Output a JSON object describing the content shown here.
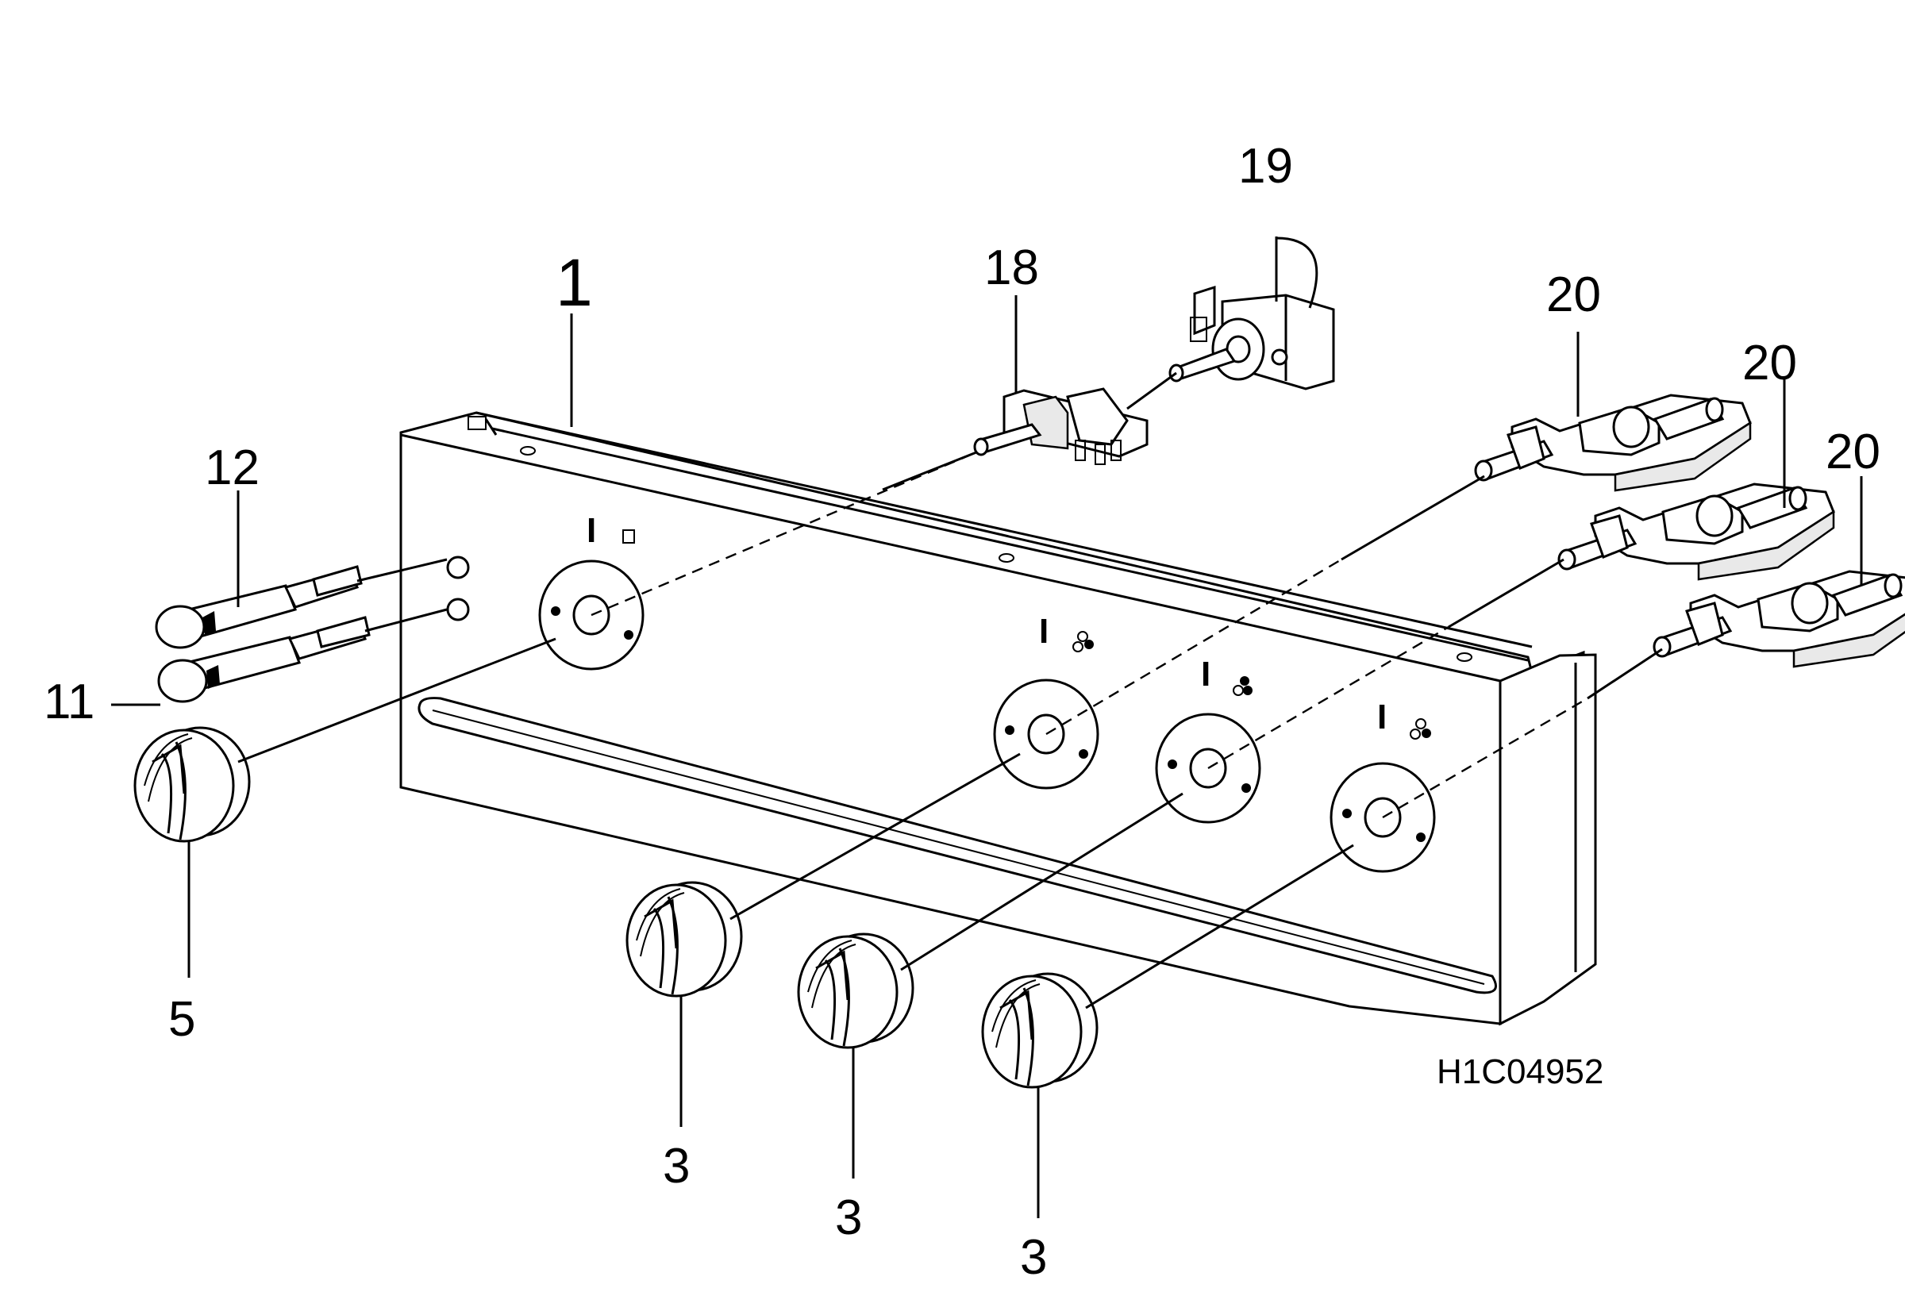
{
  "diagram": {
    "drawing_code": "H1C04952",
    "callouts": {
      "panel": "1",
      "switch_small": "18",
      "switch_thermostat": "19",
      "tap_1": "20",
      "tap_2": "20",
      "tap_3": "20",
      "lamp_upper": "12",
      "lamp_lower": "11",
      "knob_left": "5",
      "knob_1": "3",
      "knob_2": "3",
      "knob_3": "3"
    },
    "panel_symbols": {
      "mark": "I"
    }
  }
}
